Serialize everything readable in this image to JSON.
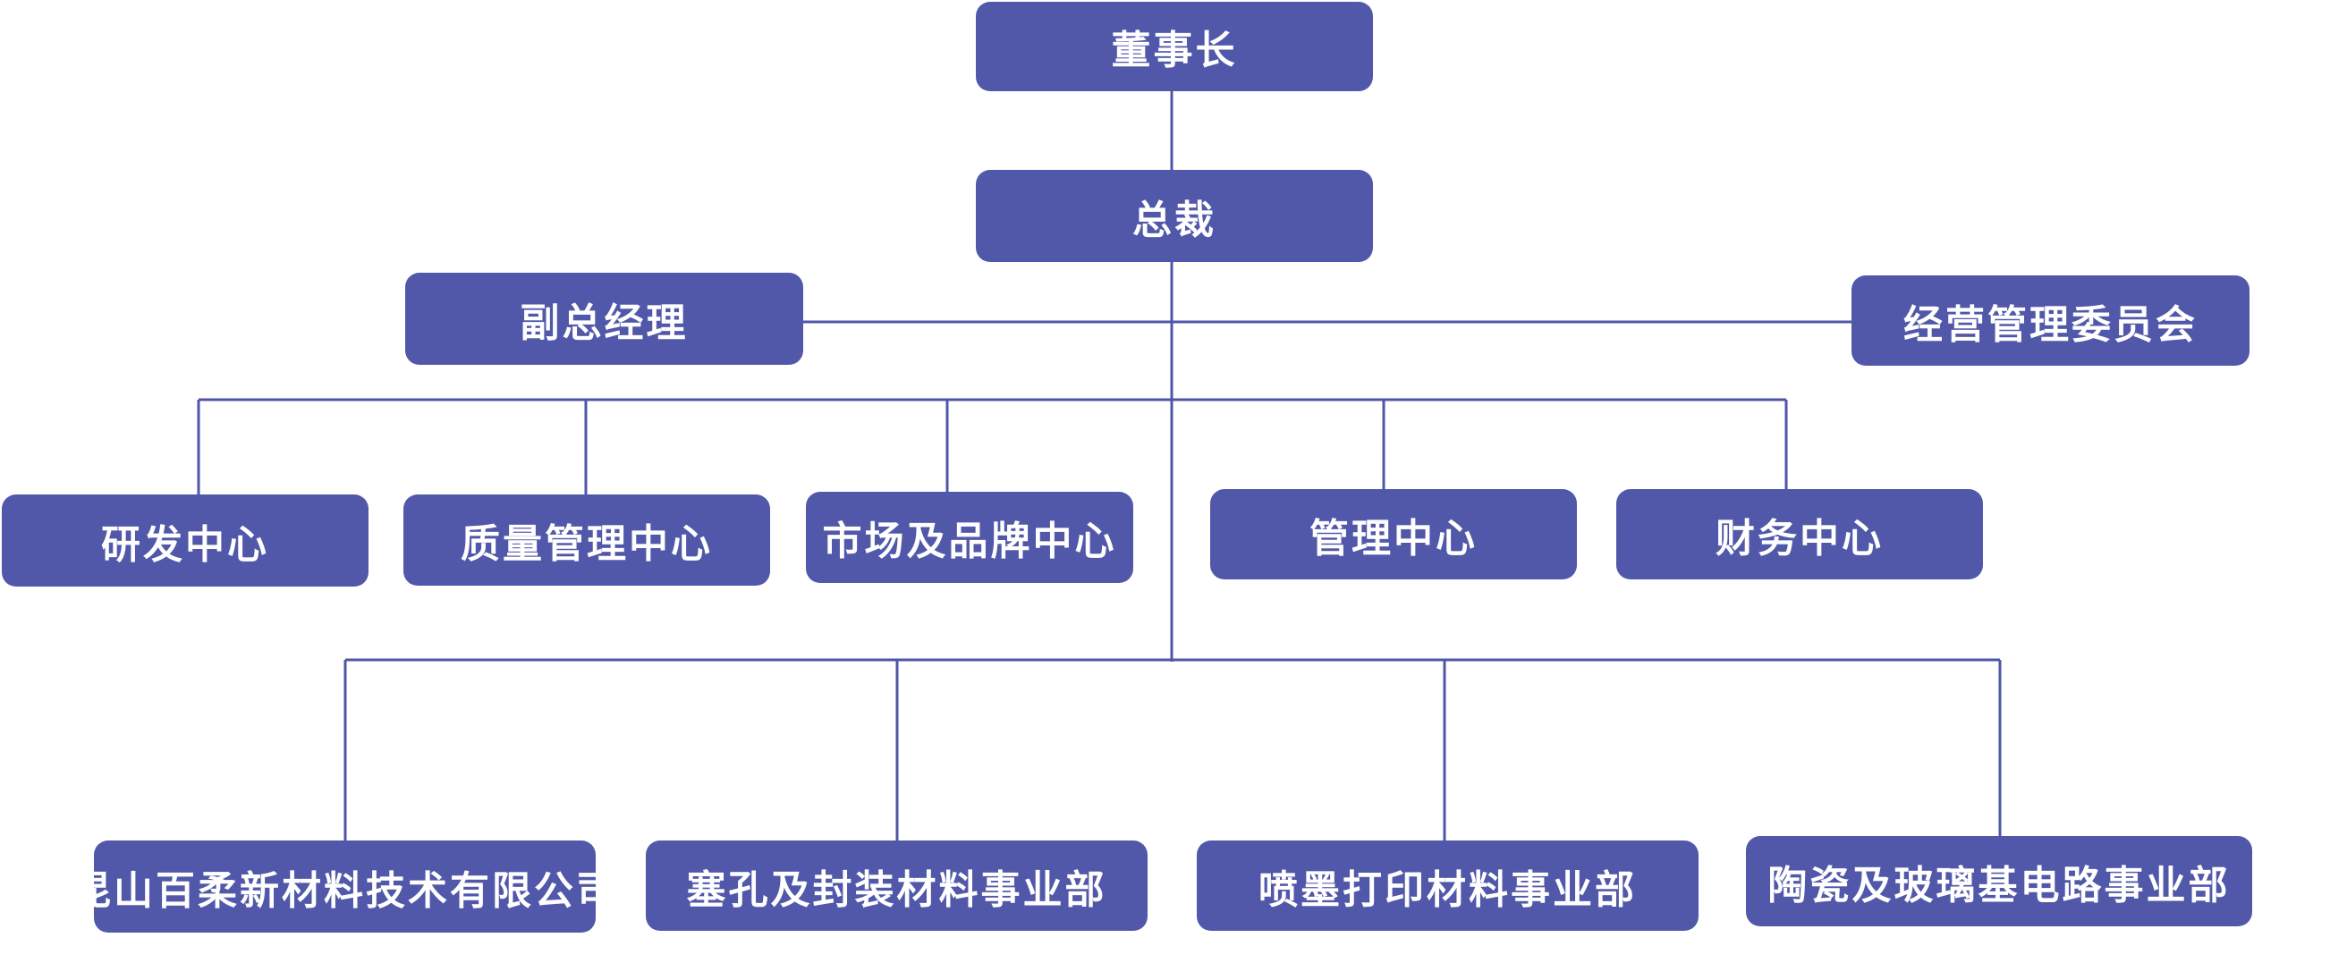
{
  "org_chart": {
    "chairman": "董事长",
    "president": "总裁",
    "vice_general_manager": "副总经理",
    "management_committee": "经营管理委员会",
    "centers": [
      "研发中心",
      "质量管理中心",
      "市场及品牌中心",
      "管理中心",
      "财务中心"
    ],
    "divisions": [
      "昆山百柔新材料技术有限公司",
      "塞孔及封装材料事业部",
      "喷墨打印材料事业部",
      "陶瓷及玻璃基电路事业部"
    ]
  }
}
